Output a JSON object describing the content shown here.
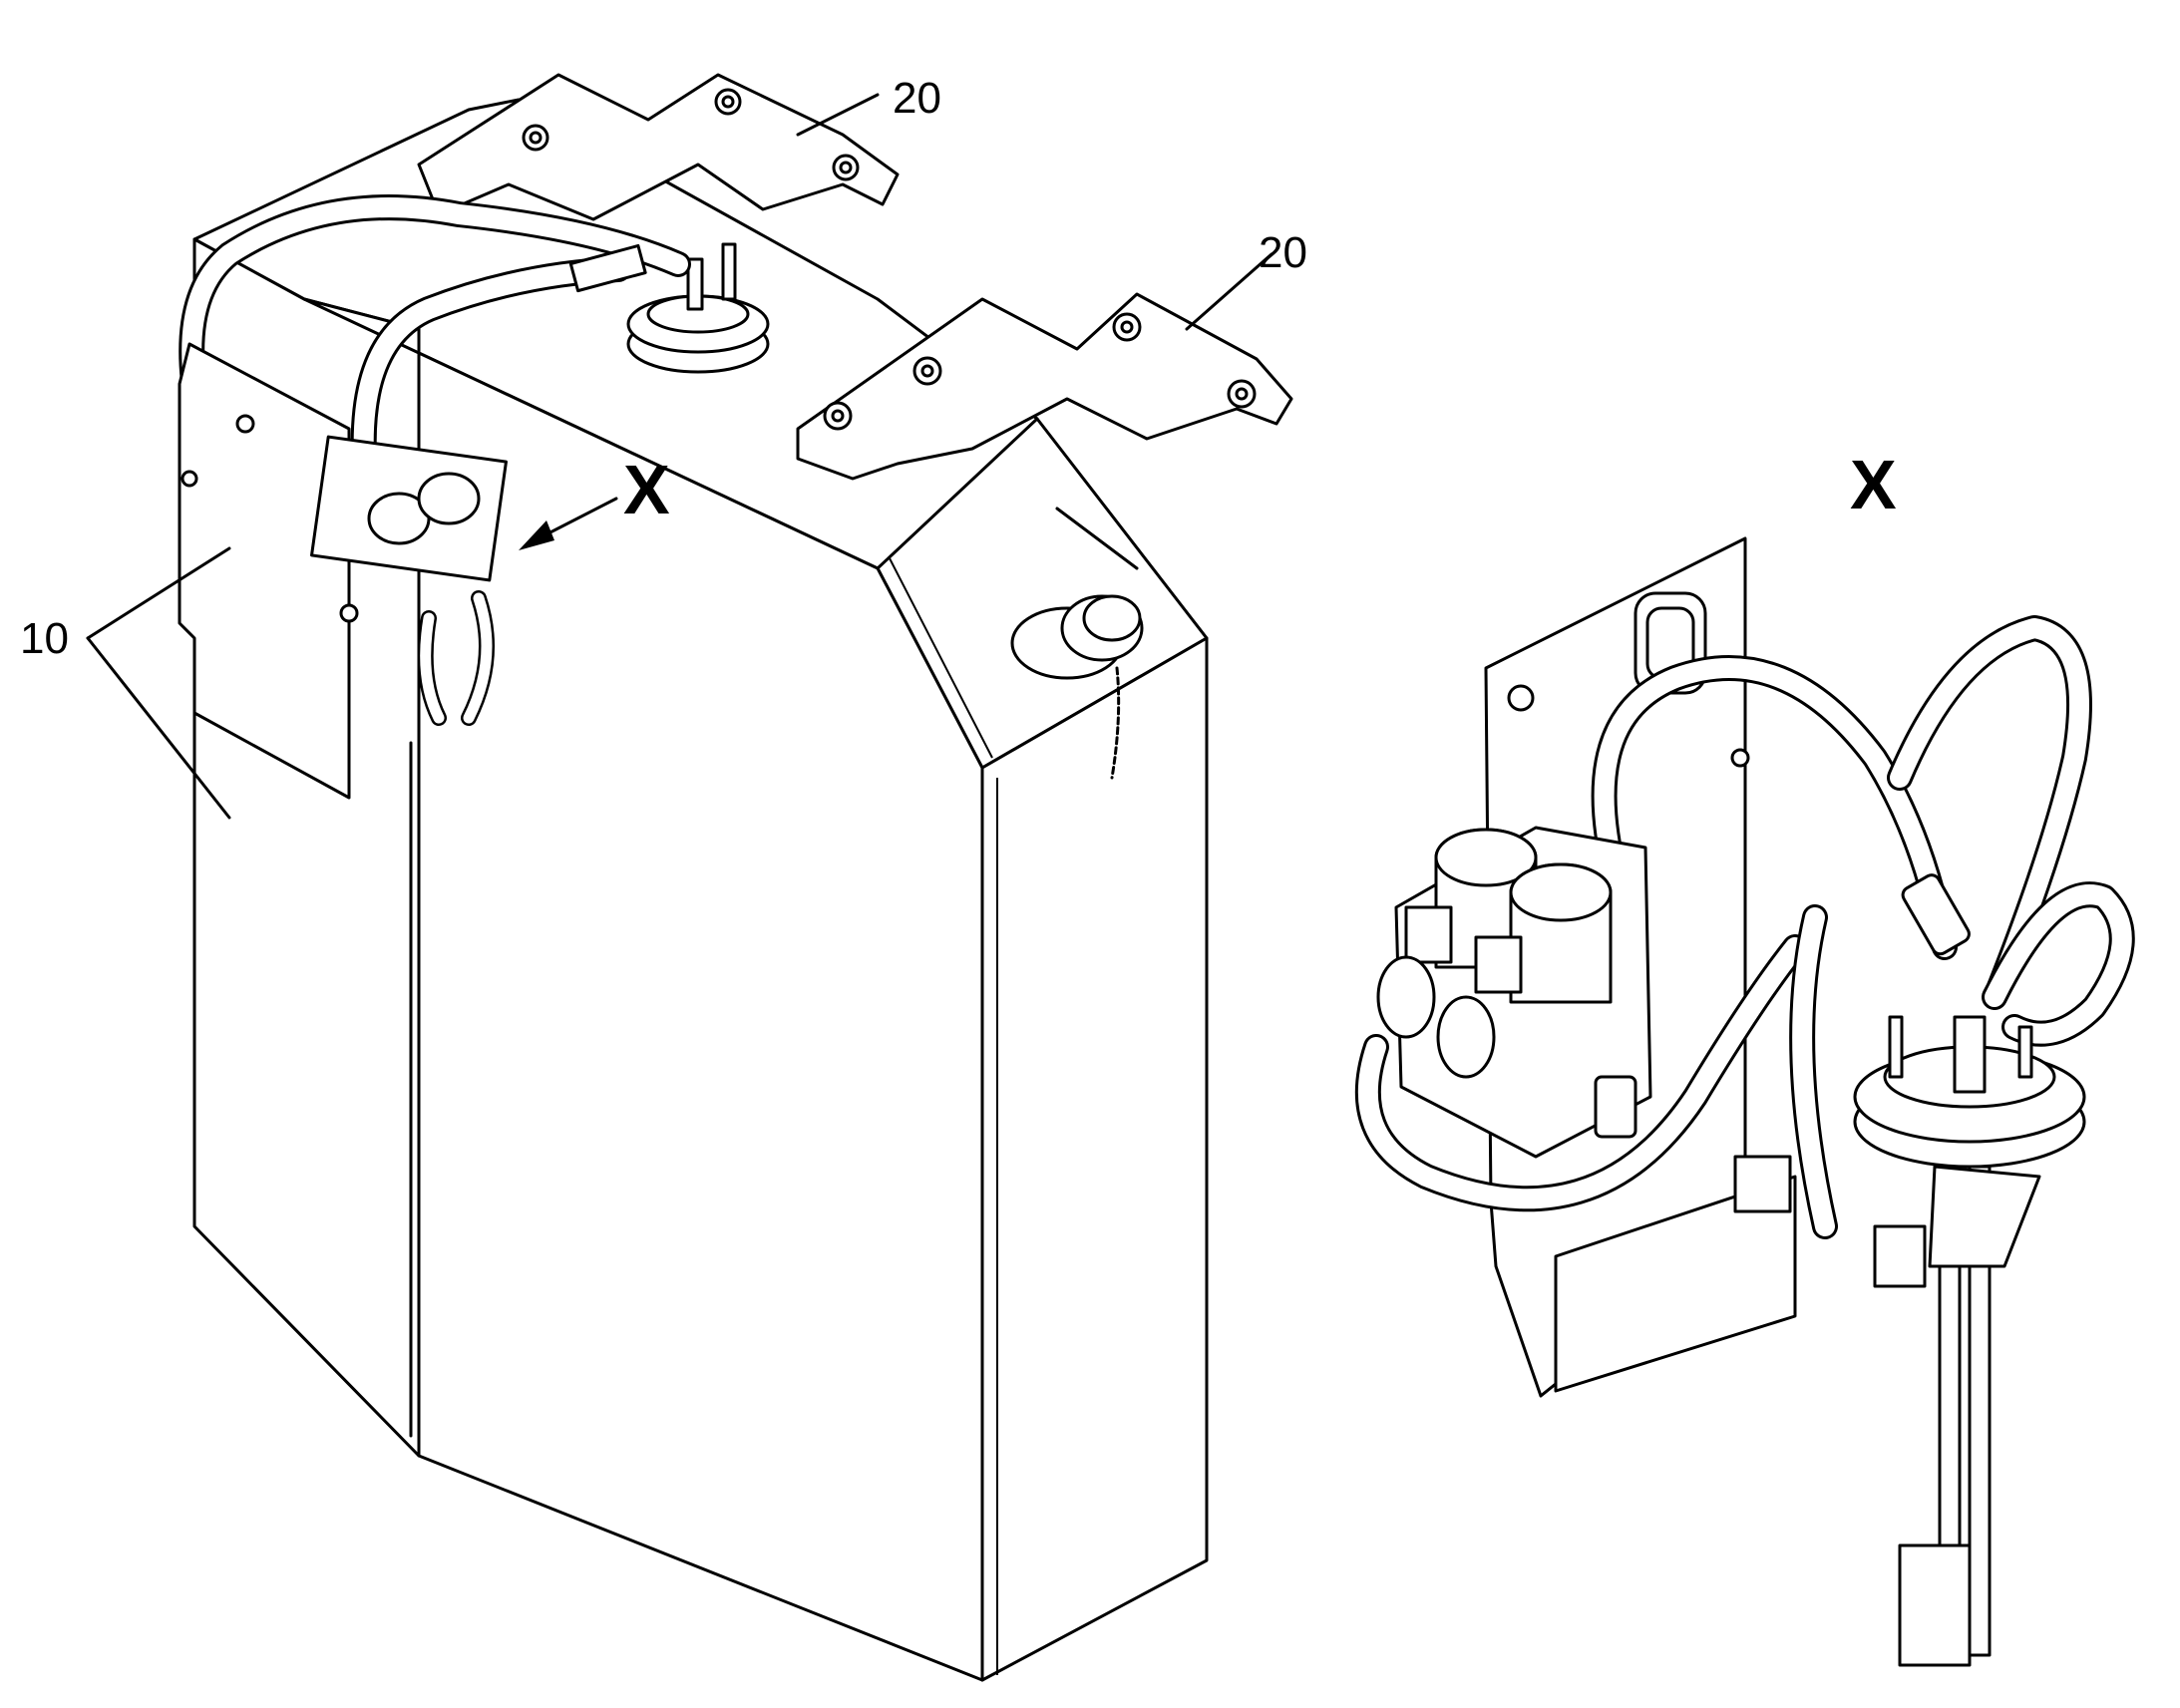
{
  "labels": {
    "item_10": "10",
    "item_20_a": "20",
    "item_20_b": "20",
    "view_arrow": "X",
    "view_detail": "X"
  },
  "drawing_style": {
    "line_color": "#000000",
    "background": "#ffffff"
  }
}
